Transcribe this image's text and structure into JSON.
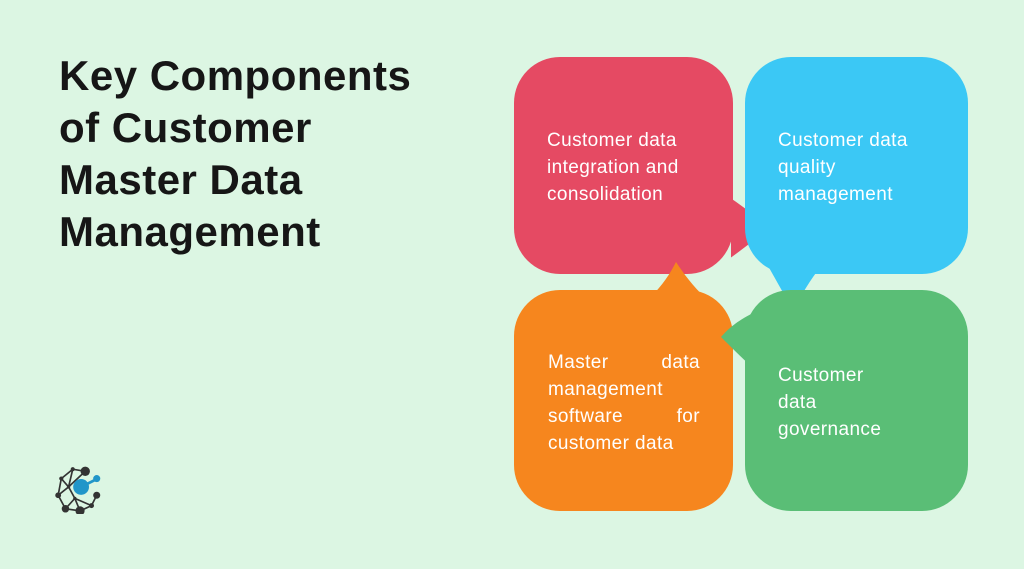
{
  "colors": {
    "background": "#dcf6e3",
    "title_text": "#161616",
    "bubble_text": "#ffffff",
    "red": "#e54a63",
    "cyan": "#3bc8f5",
    "orange": "#f6861e",
    "green": "#5abe76",
    "logo_dark": "#333333",
    "logo_blue": "#2196c9"
  },
  "title": {
    "text": "Key Components\nof Customer\nMaster Data\nManagement"
  },
  "bubbles": [
    {
      "name": "customer-data-integration",
      "label": "Customer data\nintegration and\nconsolidation",
      "color": "#e54a63"
    },
    {
      "name": "customer-data-quality",
      "label": "Customer data\nquality\nmanagement",
      "color": "#3bc8f5"
    },
    {
      "name": "mdm-software",
      "label": "Master data management software for customer data",
      "color": "#f6861e"
    },
    {
      "name": "customer-data-governance",
      "label": "Customer\ndata\ngovernance",
      "color": "#5abe76"
    }
  ],
  "logo": {
    "name": "network-graph-logo"
  }
}
